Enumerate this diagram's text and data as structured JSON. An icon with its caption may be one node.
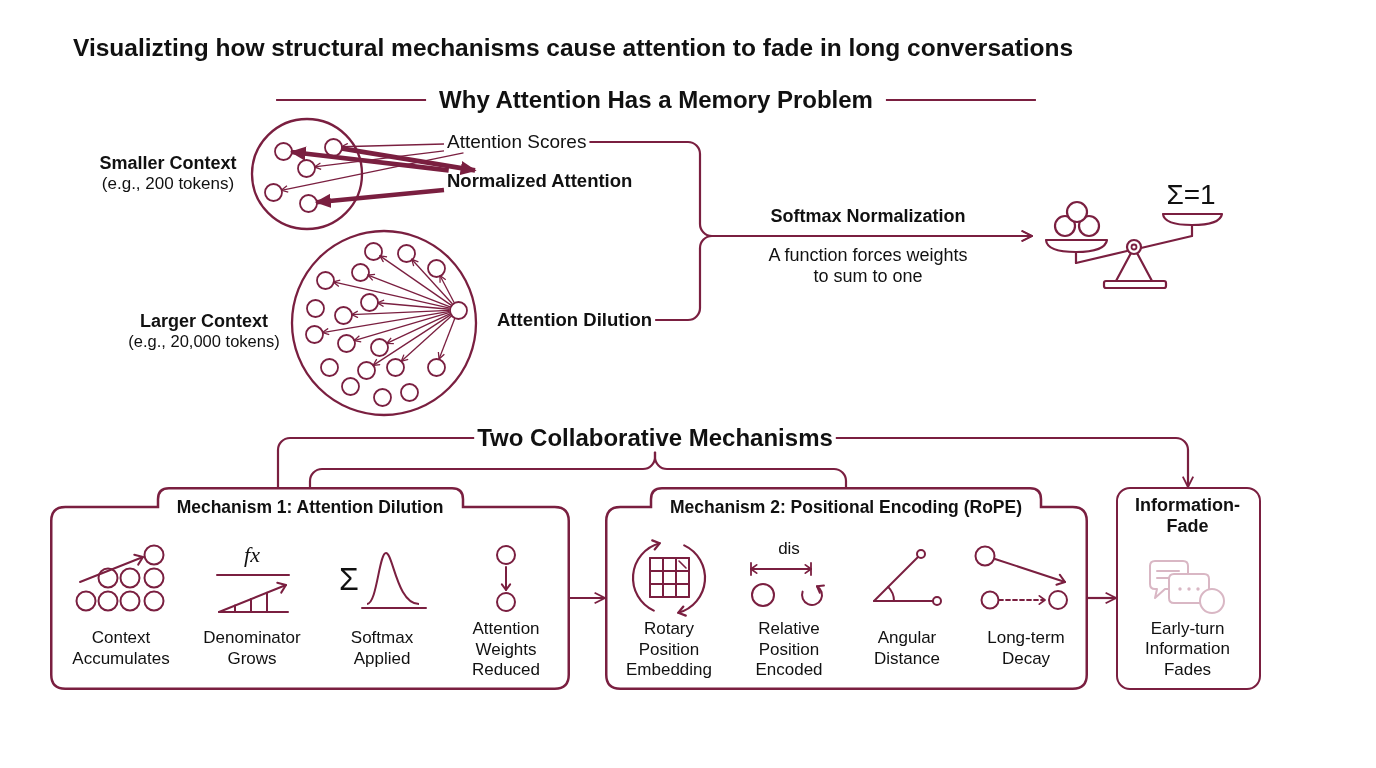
{
  "diagram": {
    "title": "Visualizting how structural mechanisms cause attention to fade in long conversations",
    "nodes": [
      {
        "text": [],
        "shape": "circle",
        "beside": [
          "Smaller Context",
          "(e.g., 200 tokens)"
        ]
      },
      {
        "text": [],
        "shape": "circle",
        "in": 0
      },
      {
        "text": [],
        "shape": "circle",
        "in": 0
      },
      {
        "text": [],
        "shape": "circle",
        "in": 0
      },
      {
        "text": [],
        "shape": "circle",
        "in": 0
      },
      {
        "text": [],
        "shape": "circle",
        "in": 0
      },
      {
        "text": [
          "Attention Scores"
        ]
      },
      {
        "text": [
          "Normalized Attention"
        ]
      },
      {
        "text": [],
        "shape": "circle",
        "beside": [
          "Larger Context",
          "(e.g., 20,000 tokens)"
        ]
      },
      {
        "text": [],
        "shape": "circle",
        "in": 8
      },
      {
        "text": [],
        "shape": "circle",
        "in": 8
      },
      {
        "text": [],
        "shape": "circle",
        "in": 8
      },
      {
        "text": [],
        "shape": "circle",
        "in": 8
      },
      {
        "text": [],
        "shape": "circle",
        "in": 8
      },
      {
        "text": [],
        "shape": "circle",
        "in": 8
      },
      {
        "text": [],
        "shape": "circle",
        "in": 8
      },
      {
        "text": [],
        "shape": "circle",
        "in": 8
      },
      {
        "text": [],
        "shape": "circle",
        "in": 8
      },
      {
        "text": [],
        "shape": "circle",
        "in": 8
      },
      {
        "text": [],
        "shape": "circle",
        "in": 8
      },
      {
        "text": [],
        "shape": "circle",
        "in": 8
      },
      {
        "text": [],
        "shape": "circle",
        "in": 8
      },
      {
        "text": [],
        "shape": "circle",
        "in": 8
      },
      {
        "text": [],
        "shape": "circle",
        "in": 8
      },
      {
        "text": [],
        "shape": "circle",
        "in": 8
      },
      {
        "text": [],
        "shape": "circle",
        "in": 8
      },
      {
        "text": [],
        "shape": "circle",
        "in": 8
      },
      {
        "text": [],
        "shape": "circle",
        "in": 8
      },
      {
        "text": [
          "Attention Dilution"
        ]
      },
      {
        "text": [
          "Σ=1"
        ]
      },
      {
        "text": [
          "Two Collaborative Mechanisms"
        ]
      },
      {
        "text": [
          "Mechanism 1: Attention Dilution",
          "Context Accumulates",
          "fx",
          "Denominator Grows",
          "Σ",
          "Softmax Applied",
          "Attention Weights Reduced"
        ]
      },
      {
        "text": [
          "Mechanism 2: Positional Encoding (RoPE)",
          "Rotary Position Embedding",
          "dis",
          "Relative Position Encoded",
          "Angular Distance",
          "Long-term Decay"
        ]
      },
      {
        "text": [
          "Information-Fade",
          "Early-turn Information Fades"
        ]
      }
    ],
    "edges": [
      {
        "from": 6,
        "to": 2,
        "arrow": "to"
      },
      {
        "from": 6,
        "to": 3,
        "arrow": "to"
      },
      {
        "from": 6,
        "to": 4,
        "arrow": "to"
      },
      {
        "from": 2,
        "to": 7,
        "arrow": "to",
        "style": "thick"
      },
      {
        "from": 7,
        "to": 1,
        "arrow": "to",
        "style": "thick"
      },
      {
        "from": 7,
        "to": 5,
        "arrow": "to",
        "style": "thick"
      },
      {
        "from": 9,
        "to": 10,
        "arrow": "to"
      },
      {
        "from": 9,
        "to": 11,
        "arrow": "to"
      },
      {
        "from": 9,
        "to": 12,
        "arrow": "to"
      },
      {
        "from": 9,
        "to": 13,
        "arrow": "to"
      },
      {
        "from": 9,
        "to": 14,
        "arrow": "to"
      },
      {
        "from": 9,
        "to": 15,
        "arrow": "to"
      },
      {
        "from": 9,
        "to": 17,
        "arrow": "to"
      },
      {
        "from": 9,
        "to": 18,
        "arrow": "to"
      },
      {
        "from": 9,
        "to": 19,
        "arrow": "to"
      },
      {
        "from": 9,
        "to": 20,
        "arrow": "to"
      },
      {
        "from": 9,
        "to": 22,
        "arrow": "to"
      },
      {
        "from": 9,
        "to": 23,
        "arrow": "to"
      },
      {
        "from": 9,
        "to": 24,
        "arrow": "to"
      },
      {
        "from": 6,
        "to": 29,
        "arrow": "to",
        "label": "Softmax Normalization"
      },
      {
        "from": 28,
        "to": 29,
        "arrow": "to"
      },
      {
        "from": 30,
        "to": 31,
        "arrow": "none"
      },
      {
        "from": 30,
        "to": 31,
        "arrow": "none"
      },
      {
        "from": 30,
        "to": 32,
        "arrow": "none"
      },
      {
        "from": 30,
        "to": 33,
        "arrow": "to"
      },
      {
        "from": 31,
        "to": 32,
        "arrow": "to"
      },
      {
        "from": 32,
        "to": 33,
        "arrow": "to"
      }
    ],
    "labels": [
      "Why Attention Has a Memory Problem",
      "A function forces weights to sum to one"
    ]
  }
}
